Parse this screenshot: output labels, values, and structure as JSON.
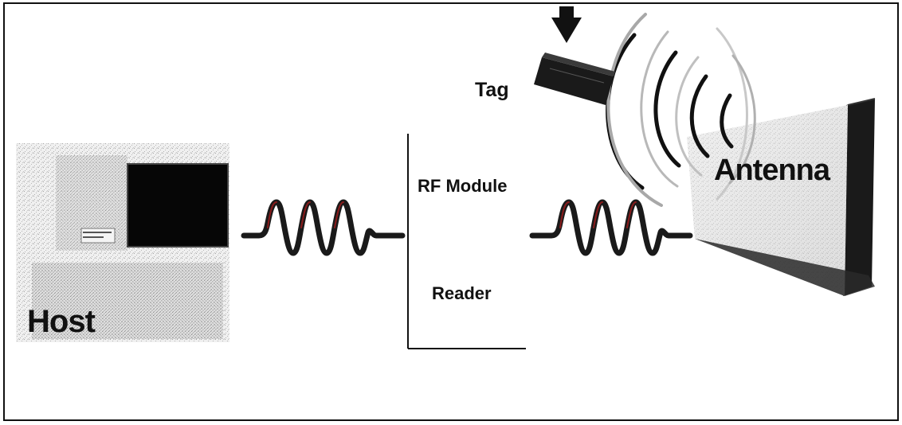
{
  "diagram": {
    "labels": {
      "host": "Host",
      "tag": "Tag",
      "rf_module": "RF Module",
      "reader": "Reader",
      "antenna": "Antenna"
    },
    "colors": {
      "frame": "#111111",
      "signal_wave": "#1a1a1a",
      "wave_highlight": "#8a1a1a",
      "monitor_screen": "#0a0a0a",
      "tag_body": "#1a1a1a",
      "antenna_body": "#e6e6e6",
      "antenna_edge": "#222222",
      "radio_waves_dark": "#111111",
      "radio_waves_light": "#9a9a9a",
      "host_background": "#d8d8d8"
    },
    "icons": {
      "host": "computer-icon",
      "tag": "rfid-tag-icon",
      "antenna": "antenna-panel-icon",
      "radio_waves": "radio-waves-icon",
      "pointer": "down-arrow-icon"
    }
  }
}
